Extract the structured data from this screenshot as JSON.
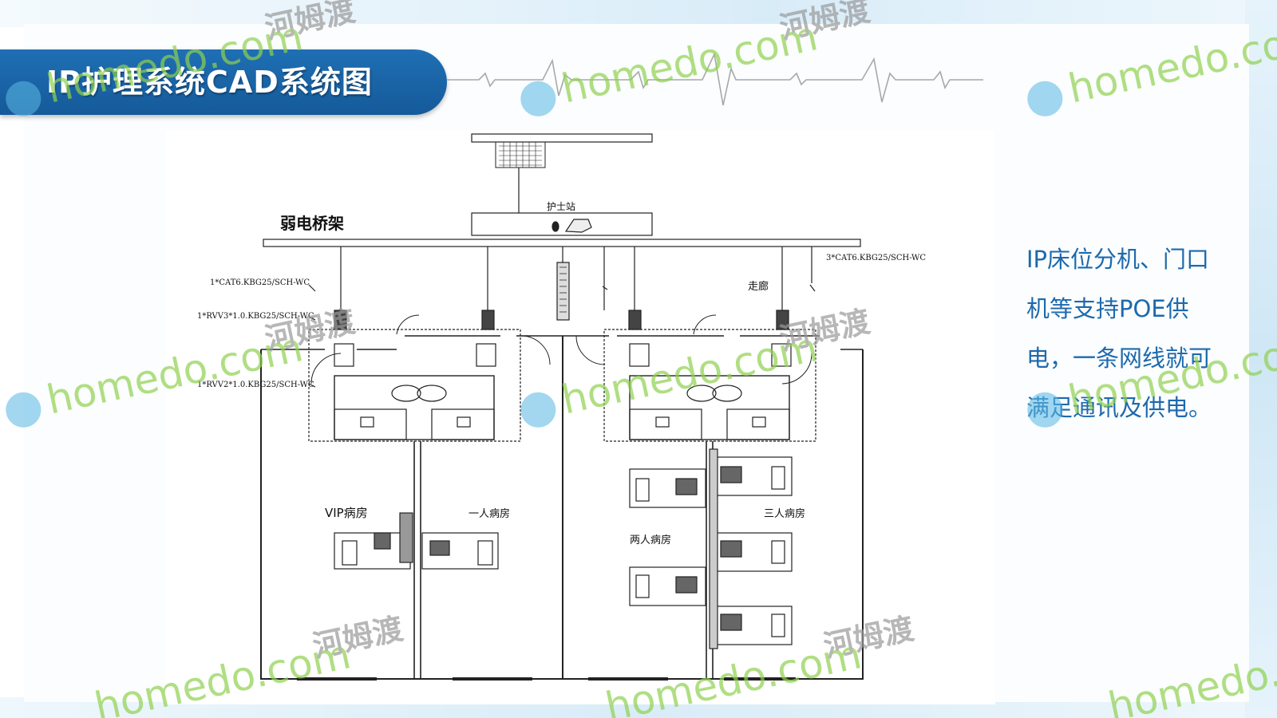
{
  "slide": {
    "title": "IP护理系统CAD系统图",
    "description": "IP床位分机、门口机等支持POE供电，一条网线就可满足通讯及供电。"
  },
  "cad": {
    "tray_label": "弱电桥架",
    "nurse_station_label": "护士站",
    "corridor_label": "走廊",
    "cable_notes": [
      "1*CAT6.KBG25/SCH-WC",
      "1*RVV3*1.0.KBG25/SCH-WC",
      "1*RVV2*1.0.KBG25/SCH-WC",
      "3*CAT6.KBG25/SCH-WC"
    ],
    "rooms": {
      "vip": "VIP病房",
      "single": "一人病房",
      "double": "两人病房",
      "triple": "三人病房"
    }
  },
  "watermark": {
    "brand": "homedo.com",
    "cn": "河姆渡"
  },
  "colors": {
    "title_bar": "#1a65a8",
    "description_text": "#1d69ad",
    "watermark_green": "#8fd14f",
    "watermark_blue": "#3fa7dc"
  }
}
